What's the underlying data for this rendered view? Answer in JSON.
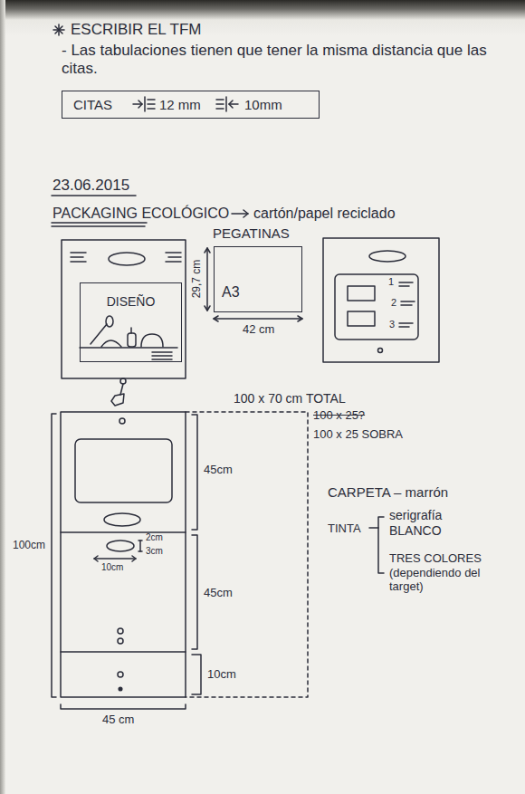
{
  "diagram": {
    "title": "ESCRIBIR EL TFM",
    "nodes": [
      {
        "text": [
          "CITAS",
          "12 mm",
          "10mm"
        ]
      },
      {
        "text": [
          "DISEÑO"
        ]
      },
      {
        "text": [
          "PEGATINAS",
          "A3"
        ]
      }
    ],
    "labels": [
      "- Las tabulaciones tienen que tener la misma distancia que las citas.",
      "23.06.2015",
      "PACKAGING ECOLÓGICO",
      "cartón/papel reciclado",
      "29,7 cm",
      "42 cm",
      "1",
      "2",
      "3",
      "100 x 70 cm TOTAL",
      "100 x 25?",
      "100 x 25 SOBRA",
      "45cm",
      "2cm",
      "3cm",
      "10cm",
      "100cm",
      "45cm",
      "10cm",
      "45 cm",
      "CARPETA – marrón",
      "TINTA",
      "serigrafía BLANCO",
      "TRES COLORES (dependiendo del target)"
    ]
  }
}
